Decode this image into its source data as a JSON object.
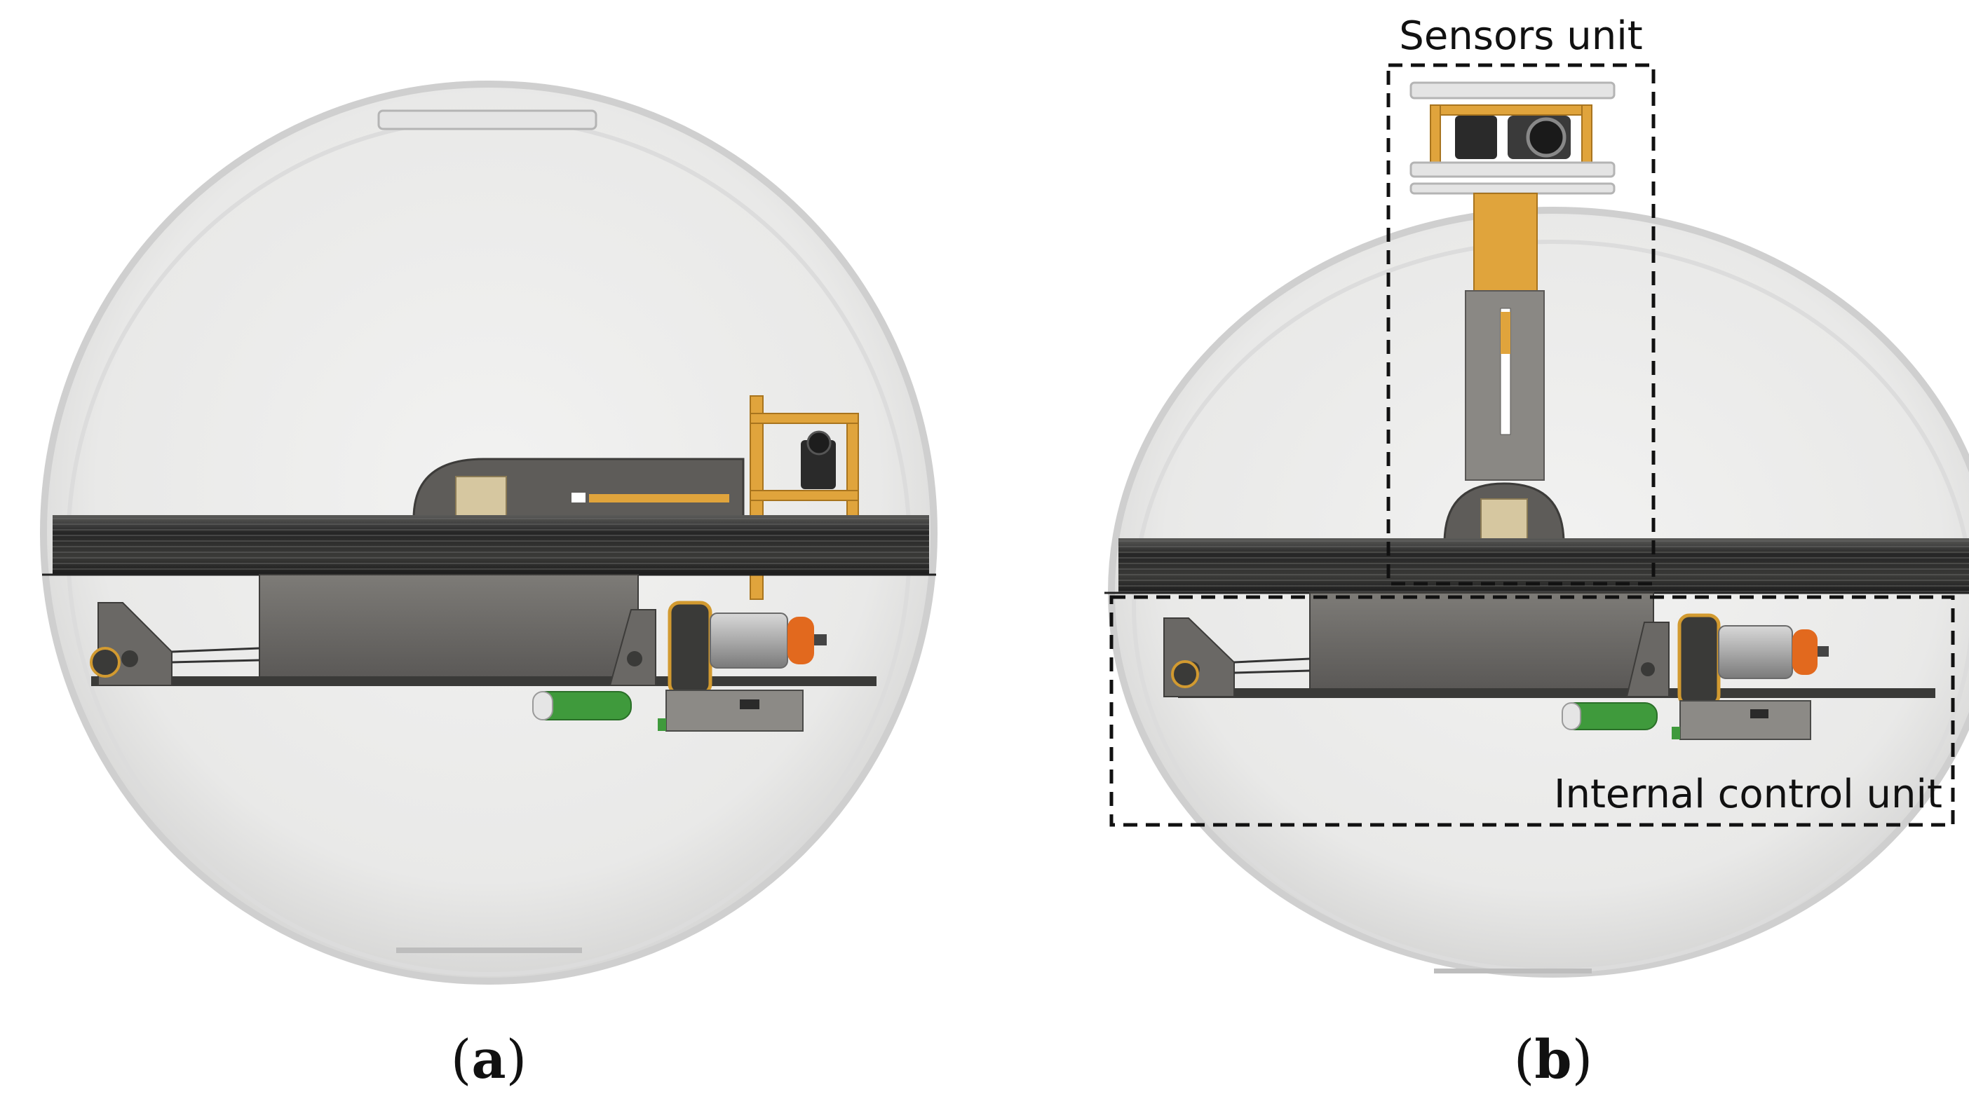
{
  "panels": {
    "a": {
      "caption_open": "(",
      "caption_letter": "a",
      "caption_close": ")"
    },
    "b": {
      "caption_open": "(",
      "caption_letter": "b",
      "caption_close": ")"
    }
  },
  "labels": {
    "sensors_unit": "Sensors unit",
    "internal_control_unit": "Internal control unit"
  },
  "colors": {
    "shell_fill": "#eaeaea",
    "shell_edge": "#c8c8c8",
    "band": "#2e2e2e",
    "metal_gray": "#8a8884",
    "dark_metal": "#4a4a48",
    "wood": "#e0a43c",
    "battery_green": "#3f9a3c",
    "motor_orange": "#e2691e",
    "dashed_box": "#111111"
  }
}
